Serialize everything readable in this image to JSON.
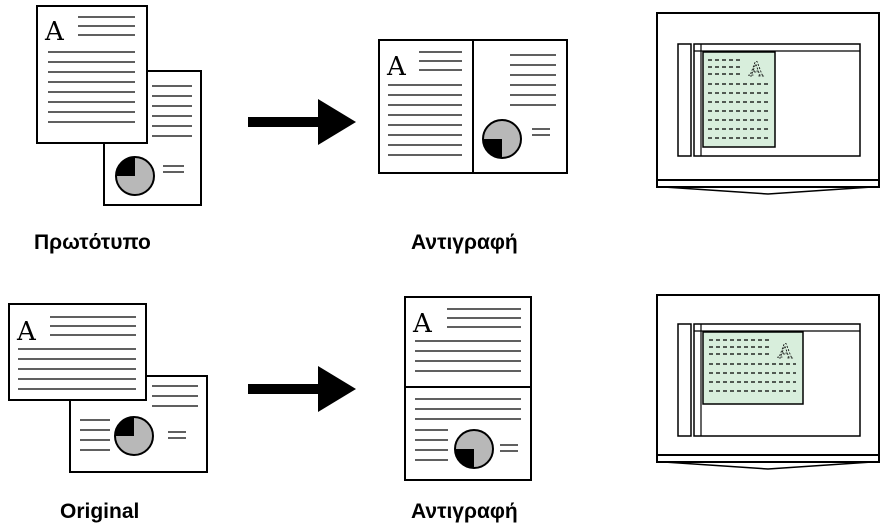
{
  "row1": {
    "original_caption": "Πρωτότυπο",
    "copy_caption": "Αντιγραφή"
  },
  "row2": {
    "original_caption": "Original",
    "copy_caption": "Αντιγραφή"
  },
  "page_letter": "A",
  "colors": {
    "line": "#000000",
    "scan_area": "#d8eedc",
    "pie_fill": "#b8b8b8",
    "paper": "#ffffff"
  }
}
